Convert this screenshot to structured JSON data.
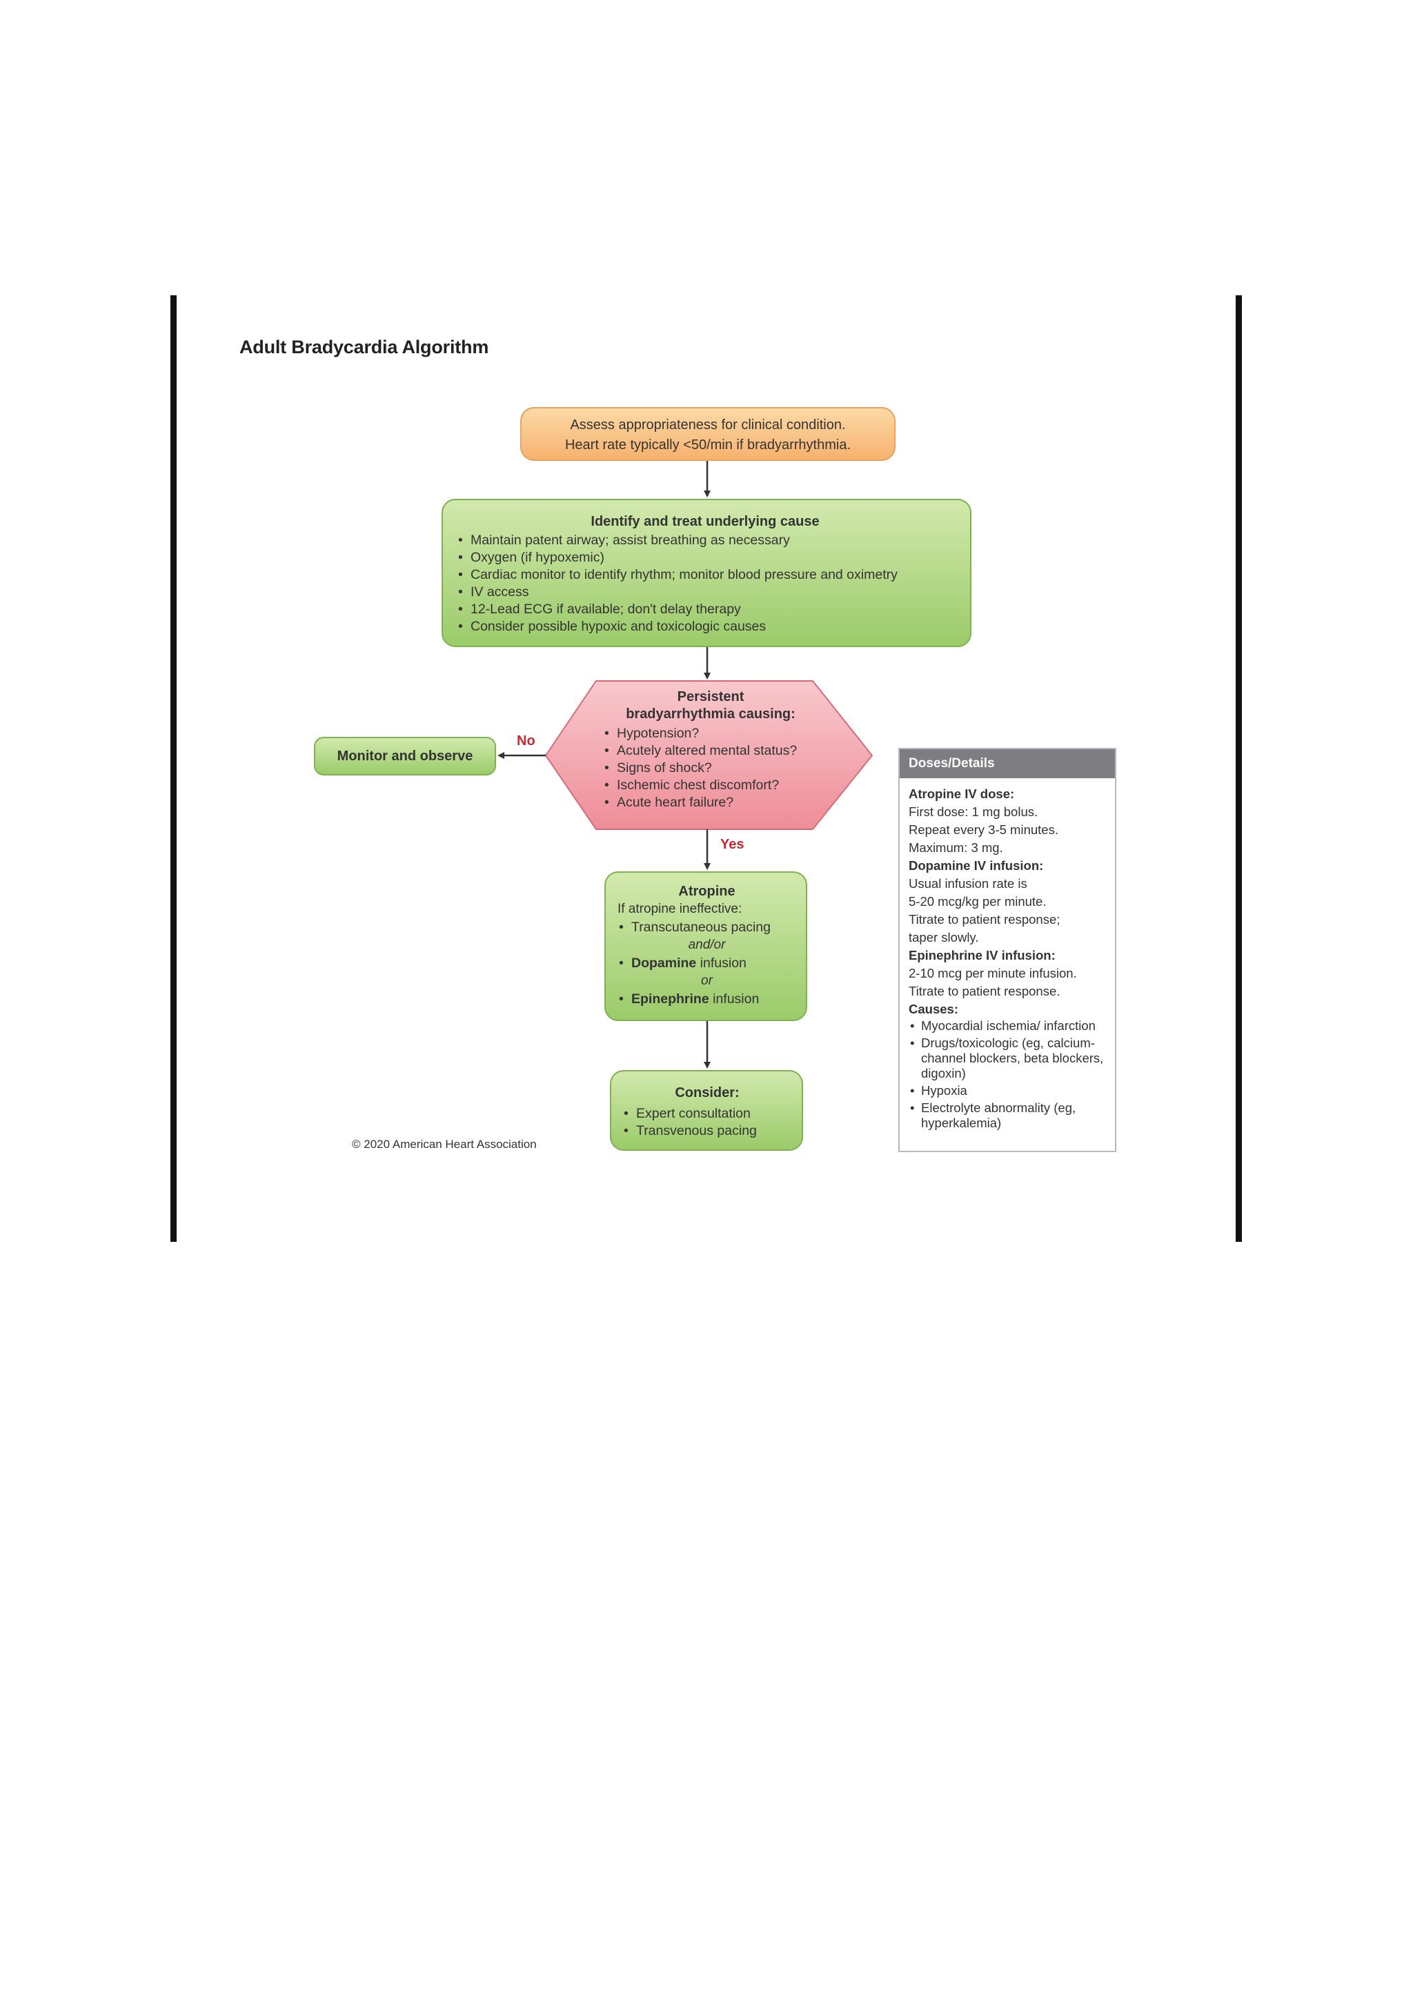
{
  "title": "Adult Bradycardia Algorithm",
  "assess": {
    "line1": "Assess appropriateness for clinical condition.",
    "line2": "Heart rate typically <50/min if bradyarrhythmia."
  },
  "identify": {
    "heading": "Identify and treat underlying cause",
    "items": [
      "Maintain patent airway; assist breathing as necessary",
      "Oxygen (if hypoxemic)",
      "Cardiac monitor to identify rhythm; monitor blood pressure and oximetry",
      "IV access",
      "12-Lead ECG if available; don't delay therapy",
      "Consider possible hypoxic and toxicologic causes"
    ]
  },
  "persistent": {
    "heading_line1": "Persistent",
    "heading_line2": "bradyarrhythmia causing:",
    "items": [
      "Hypotension?",
      "Acutely altered mental status?",
      "Signs of shock?",
      "Ischemic chest discomfort?",
      "Acute heart failure?"
    ]
  },
  "branches": {
    "no": "No",
    "yes": "Yes"
  },
  "monitor": "Monitor and observe",
  "atropine": {
    "heading": "Atropine",
    "sub": "If atropine ineffective:",
    "item1": "Transcutaneous pacing",
    "conj1": "and/or",
    "item2_bold": "Dopamine",
    "item2_rest": " infusion",
    "conj2": "or",
    "item3_bold": "Epinephrine",
    "item3_rest": " infusion"
  },
  "consider": {
    "heading": "Consider:",
    "items": [
      "Expert consultation",
      "Transvenous pacing"
    ]
  },
  "copyright": "© 2020 American Heart Association",
  "doses": {
    "header": "Doses/Details",
    "atropine_title": "Atropine IV dose:",
    "atropine_lines": [
      "First dose: 1 mg bolus.",
      "Repeat every 3-5 minutes.",
      "Maximum: 3 mg."
    ],
    "dopamine_title": "Dopamine IV infusion:",
    "dopamine_lines": [
      "Usual infusion rate is",
      "5-20 mcg/kg per minute.",
      "Titrate to patient response;",
      "taper slowly."
    ],
    "epinephrine_title": "Epinephrine IV infusion:",
    "epinephrine_lines": [
      "2-10 mcg per minute infusion.",
      "Titrate to patient response."
    ],
    "causes_title": "Causes:",
    "causes": [
      "Myocardial ischemia/ infarction",
      "Drugs/toxicologic (eg, calcium-channel blockers, beta blockers, digoxin)",
      "Hypoxia",
      "Electrolyte abnormality (eg, hyperkalemia)"
    ]
  },
  "colors": {
    "orange_fill": "#f6b26e",
    "green_fill": "#9bcb6a",
    "red_fill": "#f2a3ab",
    "label_red": "#c8282f",
    "panel_header": "#7d7d82"
  }
}
